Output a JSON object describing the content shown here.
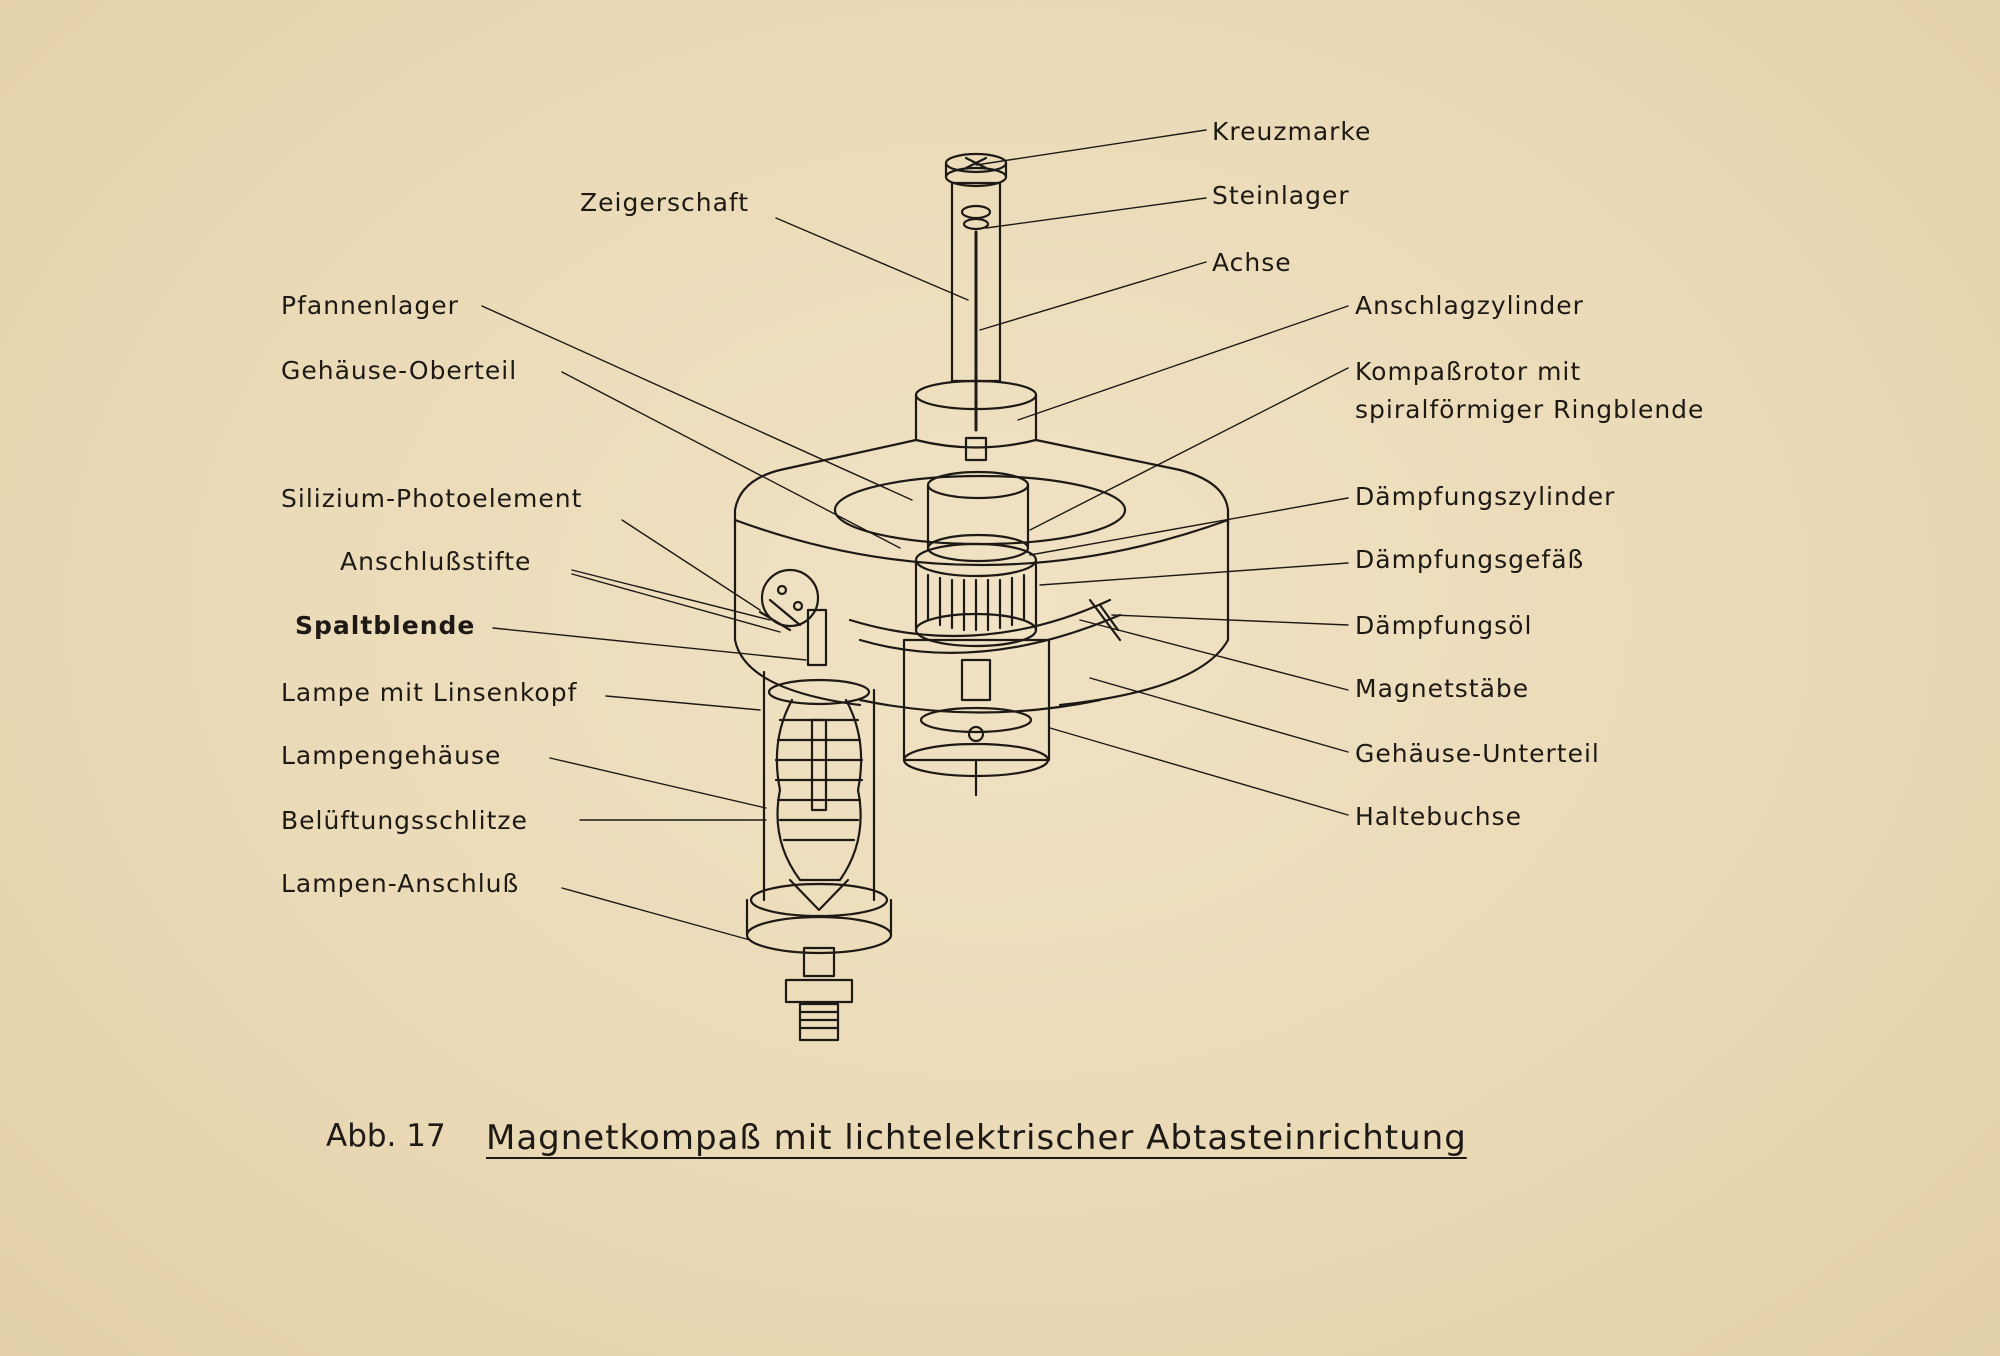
{
  "labels_left": {
    "zeigerschaft": "Zeigerschaft",
    "pfannenlager": "Pfannenlager",
    "gehaeuse_oberteil": "Gehäuse-Oberteil",
    "silizium_photoelement": "Silizium-Photoelement",
    "anschlussstifte": "Anschlußstifte",
    "spaltblende": "Spaltblende",
    "lampe_mit_linsenkopf": "Lampe mit Linsenkopf",
    "lampengehaeuse": "Lampengehäuse",
    "belueftungsschlitze": "Belüftungsschlitze",
    "lampen_anschluss": "Lampen-Anschluß"
  },
  "labels_right": {
    "kreuzmarke": "Kreuzmarke",
    "steinlager": "Steinlager",
    "achse": "Achse",
    "anschlagzylinder": "Anschlagzylinder",
    "kompassrotor_line1": "Kompaßrotor mit",
    "kompassrotor_line2": "spiralförmiger Ringblende",
    "daempfungszylinder": "Dämpfungszylinder",
    "daempfungsgefaess": "Dämpfungsgefäß",
    "daempfungsoel": "Dämpfungsöl",
    "magnetstaebe": "Magnetstäbe",
    "gehaeuse_unterteil": "Gehäuse-Unterteil",
    "haltebuchse": "Haltebuchse"
  },
  "caption": {
    "number": "Abb. 17",
    "title": "Magnetkompaß mit lichtelektrischer  Abtasteinrichtung"
  },
  "colors": {
    "paper": "#ecdcbb",
    "ink": "#1d1a16"
  }
}
